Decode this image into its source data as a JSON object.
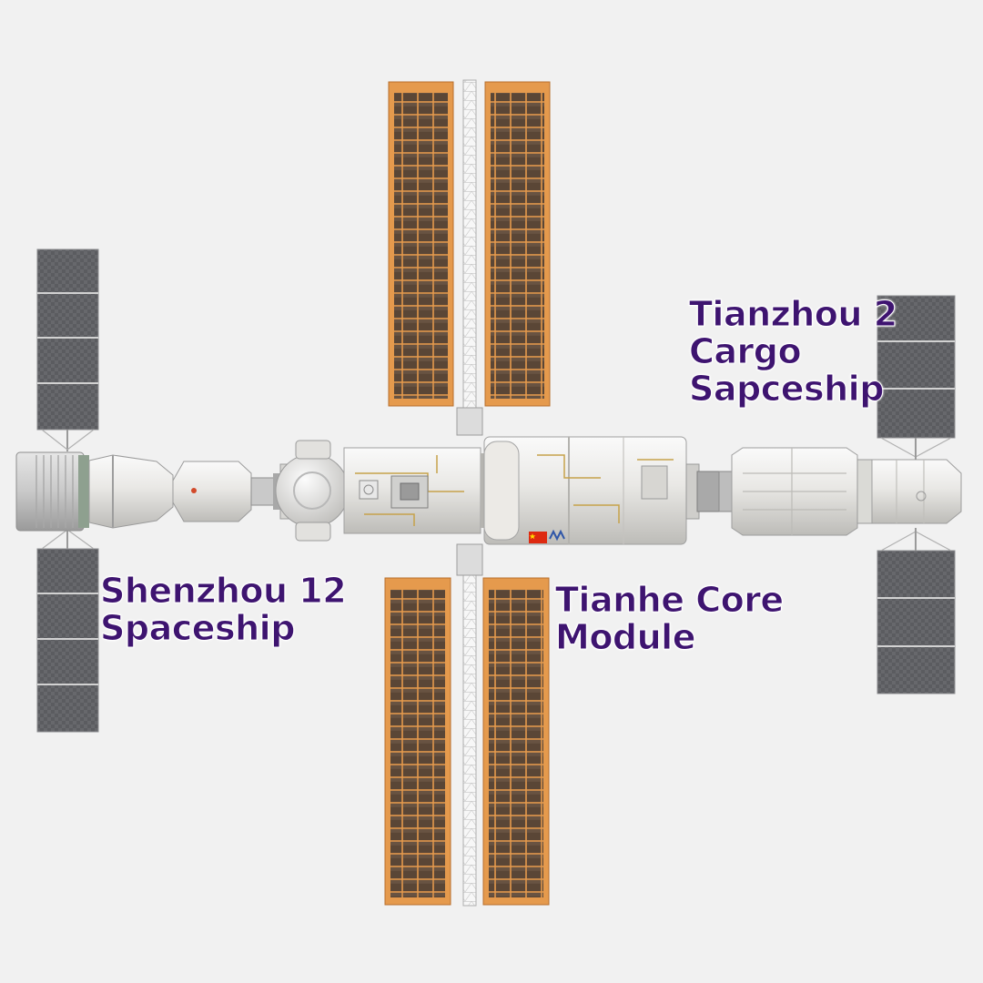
{
  "labels": {
    "shenzhou": {
      "line1": "Shenzhou 12",
      "line2": "Spaceship"
    },
    "tianhe": {
      "line1": "Tianhe Core",
      "line2": "Module"
    },
    "tianzhou": {
      "line1": "Tianzhou 2",
      "line2": "Cargo",
      "line3": "Sapceship"
    }
  },
  "colors": {
    "background": "#f1f1f1",
    "label_text": "#3e1470",
    "solar_frame": "#e59a4d",
    "solar_cell": "#5a4636",
    "small_panel": "#5b5c60",
    "hull": "#e7e6e3",
    "flag_red": "#de2910",
    "flag_star": "#ffde00"
  },
  "icons": [
    "china-flag-icon",
    "mission-emblem-icon"
  ]
}
